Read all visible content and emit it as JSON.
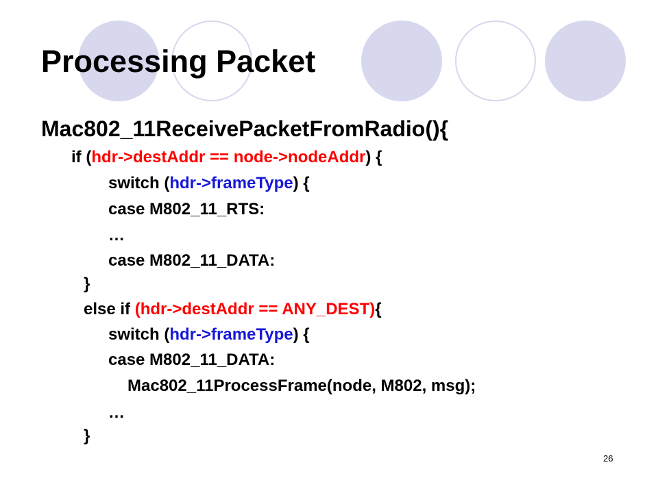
{
  "slide": {
    "title": "Processing Packet",
    "function_signature": "Mac802_11ReceivePacketFromRadio(){",
    "page_number": "26",
    "colors": {
      "background": "#ffffff",
      "decor_circle": "#d7d7ee",
      "text": "#000000",
      "highlight_red": "#ff0000",
      "highlight_blue": "#1818d8"
    }
  },
  "code": {
    "l1": {
      "pre": "if (",
      "red": "hdr->destAddr == node->nodeAddr",
      "post": ") {"
    },
    "l2": {
      "pre": "switch (",
      "blue": "hdr->frameType",
      "post": ") {"
    },
    "l3": "case M802_11_RTS:",
    "l4": "…",
    "l5": "case M802_11_DATA:",
    "l6": "}",
    "l7": {
      "pre": "else if ",
      "red": "(hdr->destAddr == ANY_DEST)",
      "post": "{"
    },
    "l8": {
      "pre": "switch (",
      "blue": "hdr->frameType",
      "post": ") {"
    },
    "l9": "case M802_11_DATA:",
    "l10": "Mac802_11ProcessFrame(node, M802, msg);",
    "l11": "…",
    "l12": "}"
  }
}
